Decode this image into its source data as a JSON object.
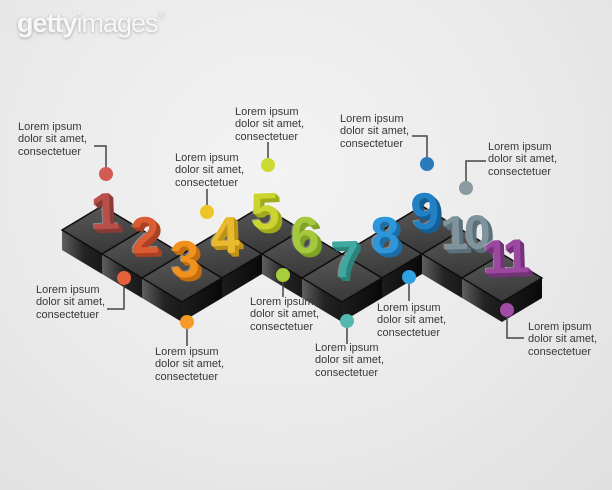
{
  "watermark": {
    "getty": "getty",
    "images": "images",
    "reg": "®"
  },
  "diagram": {
    "type": "timeline-step-infographic",
    "step_count": 11,
    "steps": [
      {
        "number": "1",
        "label": "Lorem ipsum dolor sit amet, consectetuer",
        "color": "#b7504a",
        "dark": "#8c3a34",
        "dot": "#d45a54"
      },
      {
        "number": "2",
        "label": "Lorem ipsum dolor sit amet, consectetuer",
        "color": "#da5c33",
        "dark": "#ab4122",
        "dot": "#e2613c"
      },
      {
        "number": "3",
        "label": "Lorem ipsum dolor sit amet, consectetuer",
        "color": "#f2921e",
        "dark": "#c06e10",
        "dot": "#f49b28"
      },
      {
        "number": "4",
        "label": "Lorem ipsum dolor sit amet, consectetuer",
        "color": "#eaba2e",
        "dark": "#bd9318",
        "dot": "#eec526"
      },
      {
        "number": "5",
        "label": "Lorem ipsum dolor sit amet, consectetuer",
        "color": "#cad52f",
        "dark": "#a0aa1a",
        "dot": "#ccd92e"
      },
      {
        "number": "6",
        "label": "Lorem ipsum dolor sit amet, consectetuer",
        "color": "#a4c93c",
        "dark": "#7fa226",
        "dot": "#a9ce3d"
      },
      {
        "number": "7",
        "label": "Lorem ipsum dolor sit amet, consectetuer",
        "color": "#3fa9a1",
        "dark": "#2d827b",
        "dot": "#54b8ae"
      },
      {
        "number": "8",
        "label": "Lorem ipsum dolor sit amet, consectetuer",
        "color": "#2e96da",
        "dark": "#1c6fa6",
        "dot": "#30a0e0"
      },
      {
        "number": "9",
        "label": "Lorem ipsum dolor sit amet, consectetuer",
        "color": "#2280c5",
        "dark": "#145e94",
        "dot": "#2a7abc"
      },
      {
        "number": "10",
        "label": "Lorem ipsum dolor sit amet, consectetuer",
        "color": "#7e939c",
        "dark": "#5c707a",
        "dot": "#8a9aa0"
      },
      {
        "number": "11",
        "label": "Lorem ipsum dolor sit amet, consectetuer",
        "color": "#9c48a0",
        "dark": "#743278",
        "dot": "#a14ca4"
      }
    ],
    "tile_top_color": "#454545",
    "tile_side_color": "#161616",
    "connector_color": "#454545",
    "background_color": "#ebebeb"
  }
}
